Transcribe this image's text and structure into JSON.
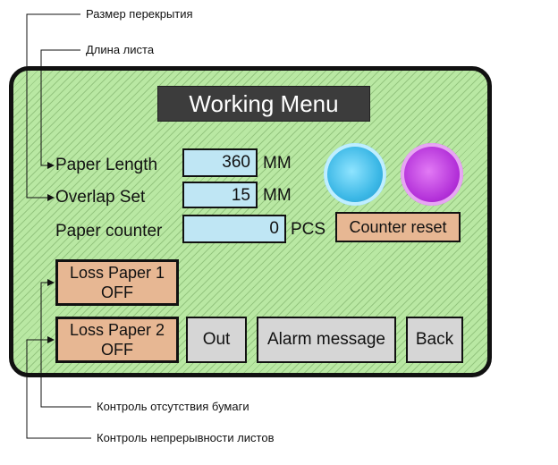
{
  "annotations": {
    "overlap_size": "Размер перекрытия",
    "sheet_length": "Длина листа",
    "paper_absence": "Контроль отсутствия бумаги",
    "sheet_continuity": "Контроль непрерывности листов"
  },
  "menu": {
    "title": "Working Menu",
    "paper_length": {
      "label": "Paper Length",
      "value": "360",
      "unit": "MM"
    },
    "overlap_set": {
      "label": "Overlap Set",
      "value": "15",
      "unit": "MM"
    },
    "paper_counter": {
      "label": "Paper counter",
      "value": "0",
      "unit": "PCS"
    },
    "counter_reset": "Counter reset",
    "loss_paper_1": {
      "line1": "Loss Paper 1",
      "line2": "OFF"
    },
    "loss_paper_2": {
      "line1": "Loss Paper 2",
      "line2": "OFF"
    },
    "out": "Out",
    "alarm_message": "Alarm message",
    "back": "Back"
  },
  "colors": {
    "panel_bg": "#b9e8a3",
    "field_bg": "#bfe6f4",
    "button_tan": "#e7b793",
    "button_gray": "#d6d6d6",
    "indicator_blue": "#3cb8e6",
    "indicator_purple": "#b22fd8"
  }
}
